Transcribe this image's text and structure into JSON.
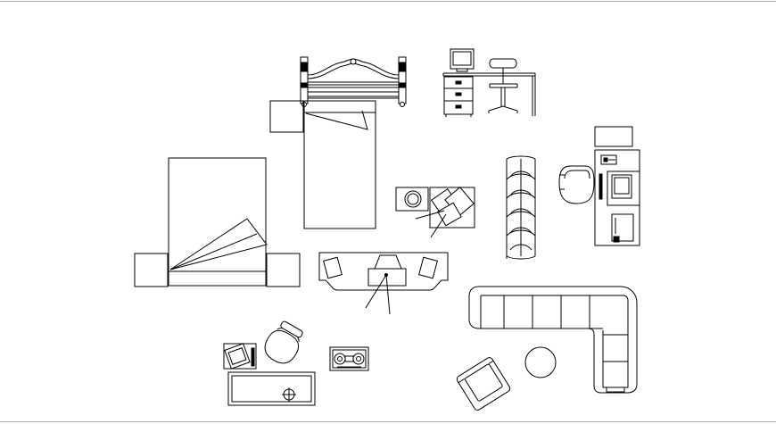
{
  "drawing": {
    "line_color": "#000000",
    "background": "#ffffff",
    "border_color": "#a9a9a9",
    "blocks": [
      "bed-headboard-elevation",
      "desk-elevation",
      "single-bed",
      "nightstand",
      "double-bed",
      "nightstand-left",
      "nightstand-right",
      "side-table-with-lamp",
      "dressing-table",
      "office-desk-set",
      "curtain-panel",
      "l-shaped-sofa",
      "round-coffee-table",
      "armchair",
      "study-desk-set",
      "cassette-player"
    ]
  }
}
